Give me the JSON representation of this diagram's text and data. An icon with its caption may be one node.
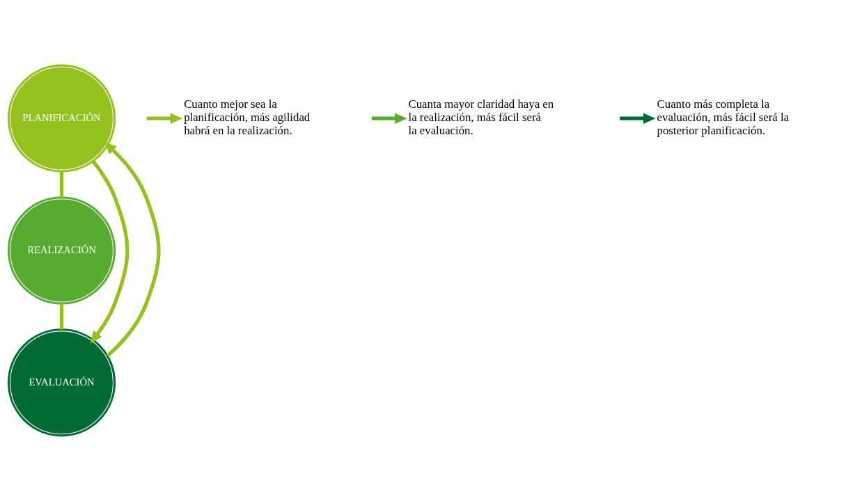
{
  "diagram": {
    "nodes": [
      {
        "text": [
          "PLANIFICACIÓN"
        ]
      },
      {
        "text": [
          "REALIZACIÓN"
        ]
      },
      {
        "text": [
          "EVALUACIÓN"
        ]
      },
      {
        "text": [
          "Cuanto mejor sea la planificación, más agilidad habrá en la realización."
        ]
      },
      {
        "text": [
          "Cuanta mayor claridad haya en la realización, más fácil será la evaluación."
        ]
      },
      {
        "text": [
          "Cuanto más completa la evaluación, más fácil será la posterior planificación."
        ]
      }
    ],
    "edges": [
      {
        "from": 0,
        "to": 1,
        "arrow": "none"
      },
      {
        "from": 1,
        "to": 2,
        "arrow": "none"
      },
      {
        "from": 0,
        "to": 2,
        "arrow": "to"
      },
      {
        "from": 2,
        "to": 0,
        "arrow": "to"
      },
      {
        "from": null,
        "to": 3,
        "arrow": "to"
      },
      {
        "from": null,
        "to": 4,
        "arrow": "to",
        "color": "#56ab30"
      },
      {
        "from": null,
        "to": 5,
        "arrow": "to",
        "color": "#006a35"
      }
    ]
  }
}
